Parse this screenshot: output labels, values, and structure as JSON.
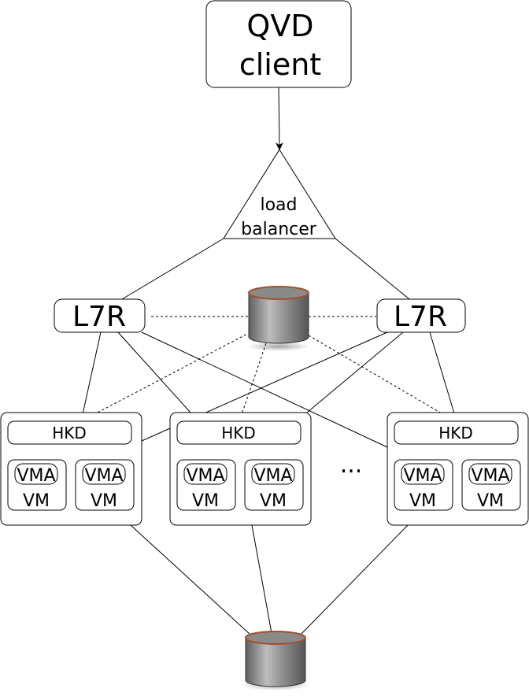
{
  "client": {
    "line1": "QVD",
    "line2": "client"
  },
  "load_balancer": {
    "line1": "load",
    "line2": "balancer"
  },
  "l7r": [
    {
      "label": "L7R"
    },
    {
      "label": "L7R"
    }
  ],
  "nodes": [
    {
      "hkd": "HKD",
      "vms": [
        {
          "vma": "VMA",
          "vm": "VM"
        },
        {
          "vma": "VMA",
          "vm": "VM"
        }
      ]
    },
    {
      "hkd": "HKD",
      "vms": [
        {
          "vma": "VMA",
          "vm": "VM"
        },
        {
          "vma": "VMA",
          "vm": "VM"
        }
      ]
    },
    {
      "hkd": "HKD",
      "vms": [
        {
          "vma": "VMA",
          "vm": "VM"
        },
        {
          "vma": "VMA",
          "vm": "VM"
        }
      ]
    }
  ],
  "ellipsis": "...",
  "icons": {
    "database": "database-cylinder-icon",
    "storage": "storage-cylinder-icon"
  },
  "colors": {
    "cylinder_rim": "#a0522d",
    "cylinder_body": "#7a7a7a",
    "line": "#000000"
  }
}
